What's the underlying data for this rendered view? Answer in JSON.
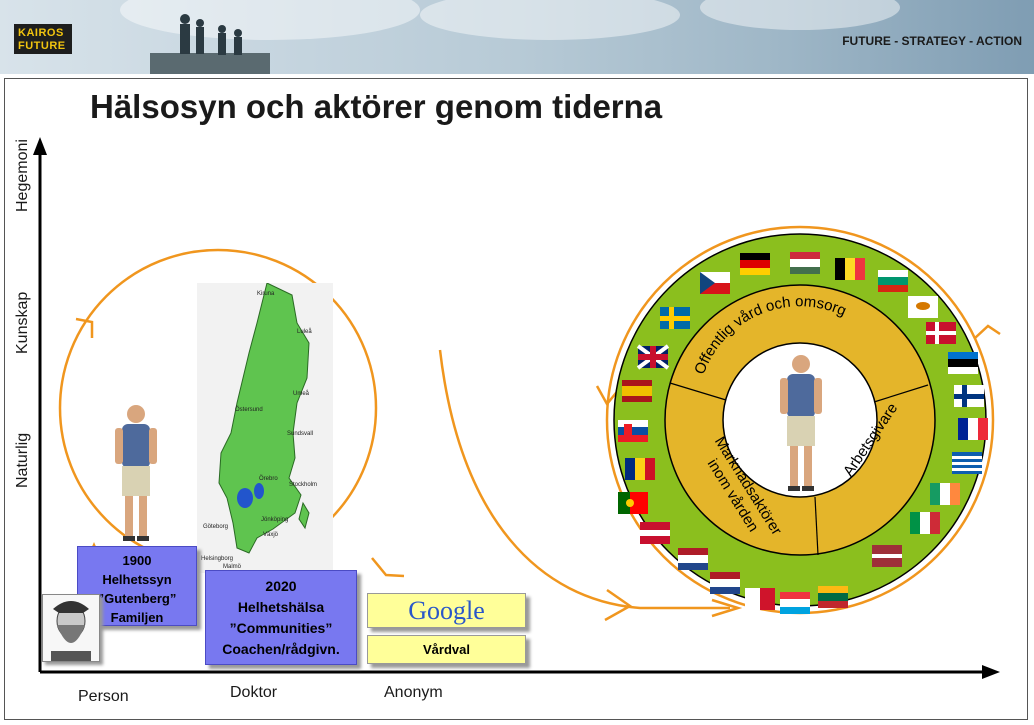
{
  "header": {
    "logo_line1": "KAIROS",
    "logo_line2": "FUTURE",
    "tagline": "FUTURE - STRATEGY - ACTION"
  },
  "title": "Hälsosyn och aktörer genom tiderna",
  "y_axis_labels": [
    "Hegemoni",
    "Kunskap",
    "Naturlig"
  ],
  "x_axis_labels": [
    "Person",
    "Doktor",
    "Anonym"
  ],
  "box_1900": {
    "year": "1900",
    "line1": "Helhetssyn",
    "line2": "”Gutenberg”",
    "line3": "Familjen"
  },
  "box_2020": {
    "year": "2020",
    "line1": "Helhetshälsa",
    "line2": "”Communities”",
    "line3": "Coachen/rådgivn."
  },
  "google_logo": "Google",
  "vardval": "Vårdval",
  "map_labels": [
    "Kiruna",
    "Luleå",
    "Umeå",
    "Östersund",
    "Sundsvall",
    "Örebro",
    "Stockholm",
    "Jönköping",
    "Göteborg",
    "Växjö",
    "Helsingborg",
    "Malmö"
  ],
  "ring_labels": {
    "offentlig": "Offentlig vård  och omsorg",
    "marknad": "Marknadsaktörer inom vården",
    "arbets": "Arbetsgivare"
  },
  "colors": {
    "accent_orange": "#f0961e",
    "box_blue": "#7878f0",
    "ring_gold": "#e4b52a",
    "ring_green": "#8bbf1e",
    "map_green": "#5fc44f"
  }
}
